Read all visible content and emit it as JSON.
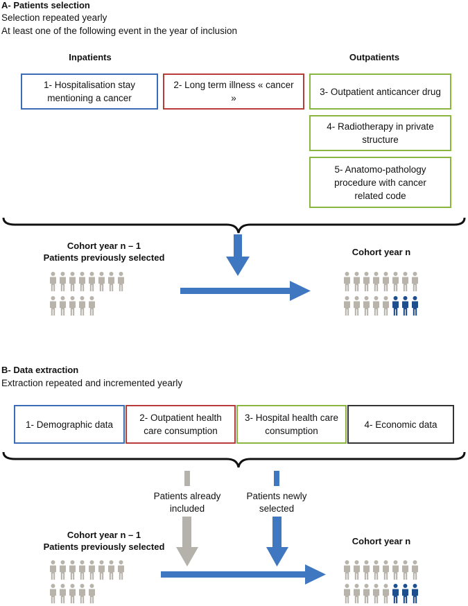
{
  "section_a": {
    "title": "A- Patients selection",
    "line1": "Selection repeated yearly",
    "line2": "At least one of the following event in the year of inclusion",
    "inpatients_header": "Inpatients",
    "outpatients_header": "Outpatients",
    "boxes": [
      {
        "label": "1- Hospitalisation stay mentioning a cancer",
        "color": "#3a6db5"
      },
      {
        "label": "2- Long term illness « cancer »",
        "color": "#b83a3a"
      },
      {
        "label": "3- Outpatient anticancer drug",
        "color": "#8ab53e"
      },
      {
        "label": "4- Radiotherapy in private structure",
        "color": "#8ab53e"
      },
      {
        "label": "5- Anatomo-pathology procedure with cancer related code",
        "color": "#8ab53e"
      }
    ],
    "cohort_prev_line1": "Cohort year n – 1",
    "cohort_prev_line2": "Patients previously selected",
    "cohort_new": "Cohort year n"
  },
  "section_b": {
    "title": "B- Data extraction",
    "line1": "Extraction repeated and incremented yearly",
    "boxes": [
      {
        "label": "1- Demographic data",
        "color": "#3a6db5"
      },
      {
        "label": "2- Outpatient health care consumption",
        "color": "#b83a3a"
      },
      {
        "label": "3- Hospital health care consumption",
        "color": "#8ab53e"
      },
      {
        "label": "4- Economic data",
        "color": "#333333"
      }
    ],
    "already_included": "Patients already included",
    "newly_selected": "Patients newly selected",
    "cohort_prev_line1": "Cohort year n – 1",
    "cohort_prev_line2": "Patients previously selected",
    "cohort_new": "Cohort year n"
  },
  "colors": {
    "arrow_blue": "#3f78c0",
    "arrow_grey": "#b5b2ab",
    "person_grey": "#b8b4ac",
    "person_blue": "#1f4e8c"
  }
}
